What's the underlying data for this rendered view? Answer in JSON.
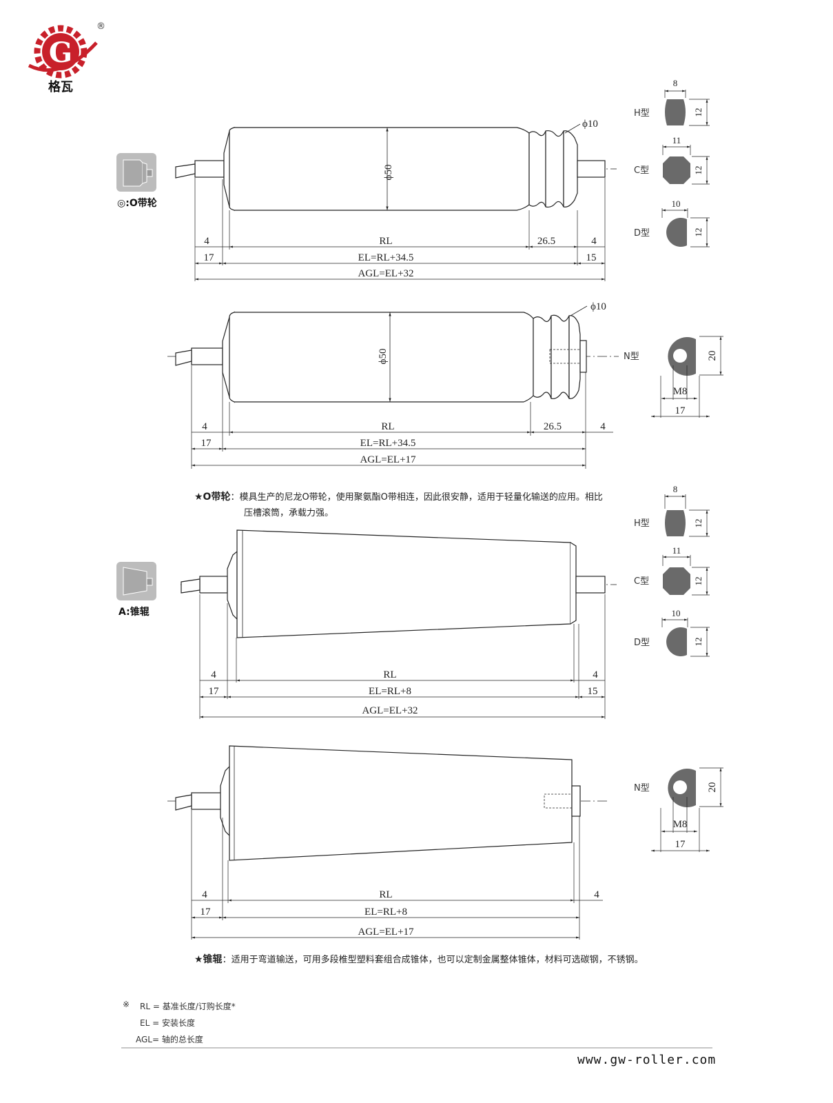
{
  "brand": {
    "name": "格瓦",
    "registered": "®",
    "logo_letter": "G"
  },
  "icons": {
    "o_belt_caption": "◎:O带轮",
    "taper_caption": "A:锥辊"
  },
  "drawing1": {
    "dia_main": "ϕ50",
    "dia_groove": "ϕ10",
    "dim_left_4": "4",
    "dim_rl": "RL",
    "dim_groove": "26.5",
    "dim_right_4": "4",
    "dim_left_17": "17",
    "dim_el": "EL=RL+34.5",
    "dim_right_15": "15",
    "dim_agl": "AGL=EL+32"
  },
  "drawing2": {
    "dia_main": "ϕ50",
    "dia_groove": "ϕ10",
    "dim_left_4": "4",
    "dim_rl": "RL",
    "dim_groove": "26.5",
    "dim_right_4": "4",
    "dim_left_17": "17",
    "dim_el": "EL=RL+34.5",
    "dim_agl": "AGL=EL+17"
  },
  "drawing3": {
    "dim_left_4": "4",
    "dim_rl": "RL",
    "dim_right_4": "4",
    "dim_left_17": "17",
    "dim_el": "EL=RL+8",
    "dim_right_15": "15",
    "dim_agl": "AGL=EL+32"
  },
  "drawing4": {
    "dim_left_4": "4",
    "dim_rl": "RL",
    "dim_right_4": "4",
    "dim_left_17": "17",
    "dim_el": "EL=RL+8",
    "dim_agl": "AGL=EL+17"
  },
  "shafts_top": {
    "h": {
      "label": "H型",
      "w": "8",
      "h": "12"
    },
    "c": {
      "label": "C型",
      "w": "11",
      "h": "12"
    },
    "d": {
      "label": "D型",
      "w": "10",
      "h": "12"
    },
    "n": {
      "label": "N型",
      "thread": "M8",
      "w": "17",
      "h": "20"
    }
  },
  "shafts_bottom": {
    "h": {
      "label": "H型",
      "w": "8",
      "h": "12"
    },
    "c": {
      "label": "C型",
      "w": "11",
      "h": "12"
    },
    "d": {
      "label": "D型",
      "w": "10",
      "h": "12"
    },
    "n": {
      "label": "N型",
      "thread": "M8",
      "w": "17",
      "h": "20"
    }
  },
  "notes": {
    "o_belt_title": "★O带轮",
    "o_belt_line1": "：模具生产的尼龙O带轮，使用聚氨酯O带相连，因此很安静，适用于轻量化输送的应用。相比",
    "o_belt_line2": "压槽滚筒，承载力强。",
    "taper_title": "★锥辊",
    "taper_text": "：适用于弯道输送，可用多段椎型塑料套组合成锥体，也可以定制金属整体锥体，材料可选碳钢，不锈钢。"
  },
  "legend": {
    "mark": "※",
    "rl": "RL = 基准长度/订购长度*",
    "el": "EL = 安装长度",
    "agl": "AGL= 轴的总长度"
  },
  "footer": {
    "url": "www.gw-roller.com"
  }
}
